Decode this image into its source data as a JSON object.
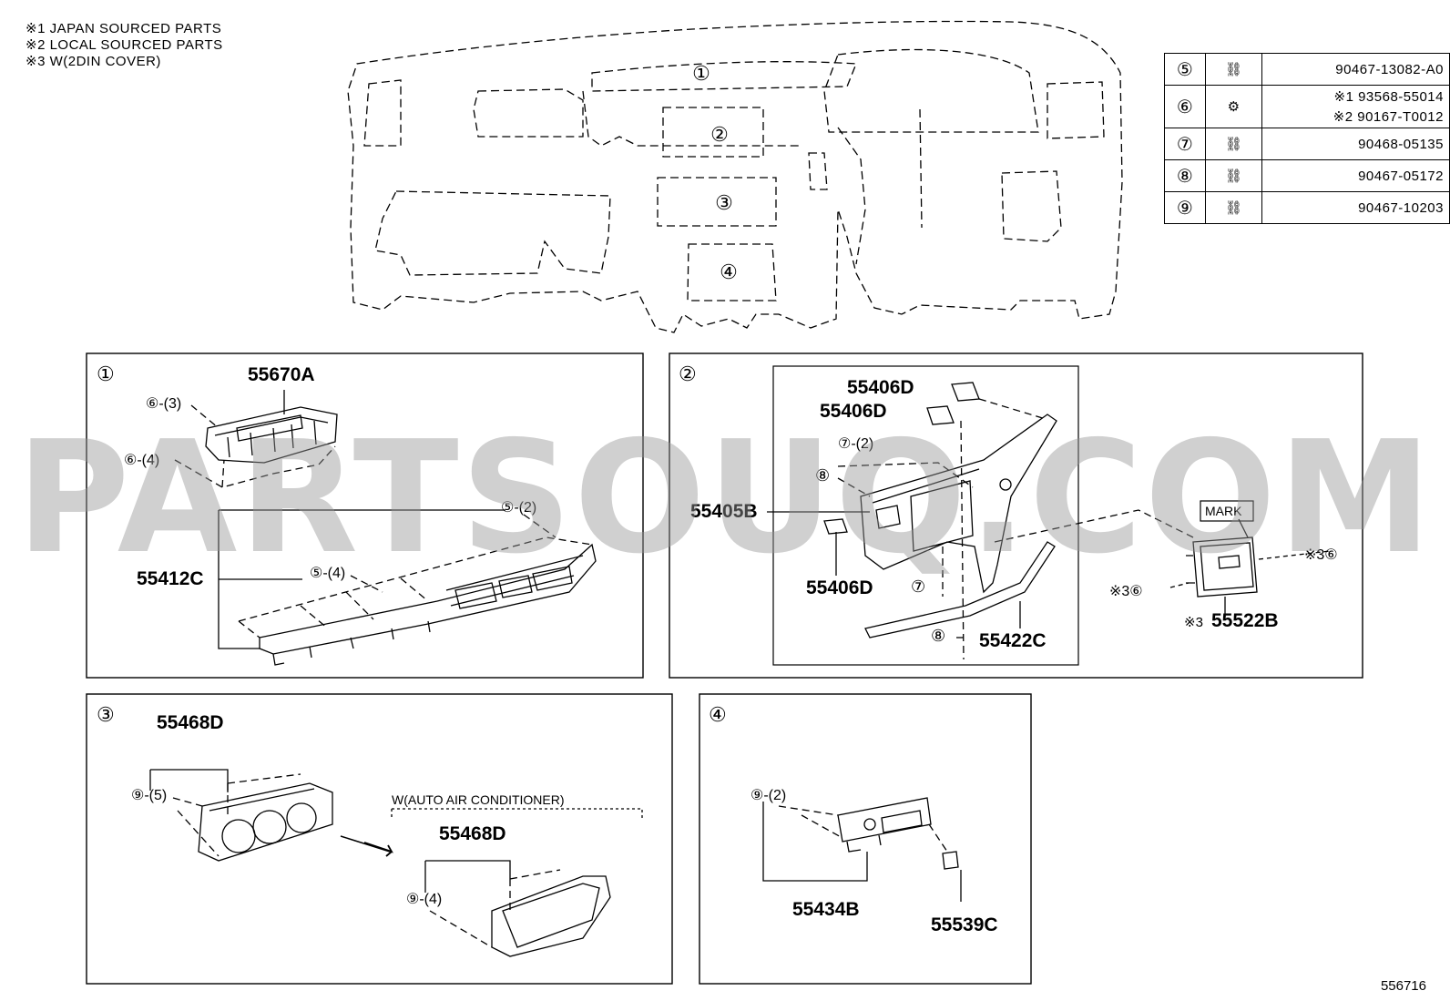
{
  "notes": [
    "※1 JAPAN SOURCED PARTS",
    "※2 LOCAL SOURCED PARTS",
    "※3 W(2DIN COVER)"
  ],
  "overview_refs": [
    "①",
    "②",
    "③",
    "④"
  ],
  "legend": [
    {
      "num": "⑤",
      "icon": "clip-icon",
      "part": "90467-13082-A0"
    },
    {
      "num": "⑥",
      "icon": "screw-icon",
      "part_1": "※1 93568-55014",
      "part_2": "※2 90167-T0012"
    },
    {
      "num": "⑦",
      "icon": "clip-icon",
      "part": "90468-05135"
    },
    {
      "num": "⑧",
      "icon": "clip-icon",
      "part": "90467-05172"
    },
    {
      "num": "⑨",
      "icon": "clip-icon",
      "part": "90467-10203"
    }
  ],
  "panel1": {
    "ref": "①",
    "parts": [
      "55670A",
      "55412C"
    ],
    "callouts": [
      "⑥-(3)",
      "⑥-(4)",
      "⑤-(2)",
      "⑤-(4)"
    ]
  },
  "panel2": {
    "ref": "②",
    "parts": [
      "55406D",
      "55406D",
      "55405B",
      "55406D",
      "55422C",
      "55522B"
    ],
    "callouts": [
      "⑦-(2)",
      "⑧",
      "⑦",
      "⑧"
    ],
    "mark_label": "MARK",
    "side_callouts": [
      "※3⑥",
      "※3⑥",
      "※3"
    ]
  },
  "panel3": {
    "ref": "③",
    "parts": [
      "55468D",
      "55468D"
    ],
    "callouts": [
      "⑨-(5)",
      "⑨-(4)"
    ],
    "variant_label": "W(AUTO AIR CONDITIONER)"
  },
  "panel4": {
    "ref": "④",
    "parts": [
      "55434B",
      "55539C"
    ],
    "callouts": [
      "⑨-(2)"
    ]
  },
  "watermark": "PARTSOUQ.COM",
  "figure_number": "556716"
}
